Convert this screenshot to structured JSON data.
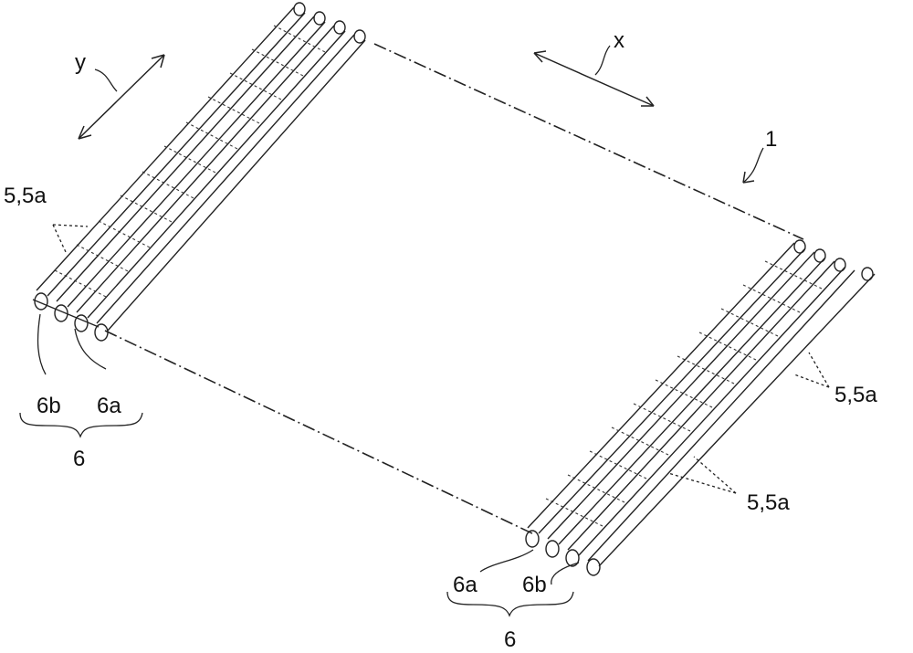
{
  "figure": {
    "ref_main": "1",
    "axis_x": "x",
    "axis_y": "y",
    "label_tubes_left": "5,5a",
    "label_tubes_right_upper": "5,5a",
    "label_tubes_right_lower": "5,5a",
    "left_group": {
      "part_b": "6b",
      "part_a": "6a",
      "group": "6"
    },
    "right_group": {
      "part_a": "6a",
      "part_b": "6b",
      "group": "6"
    }
  }
}
